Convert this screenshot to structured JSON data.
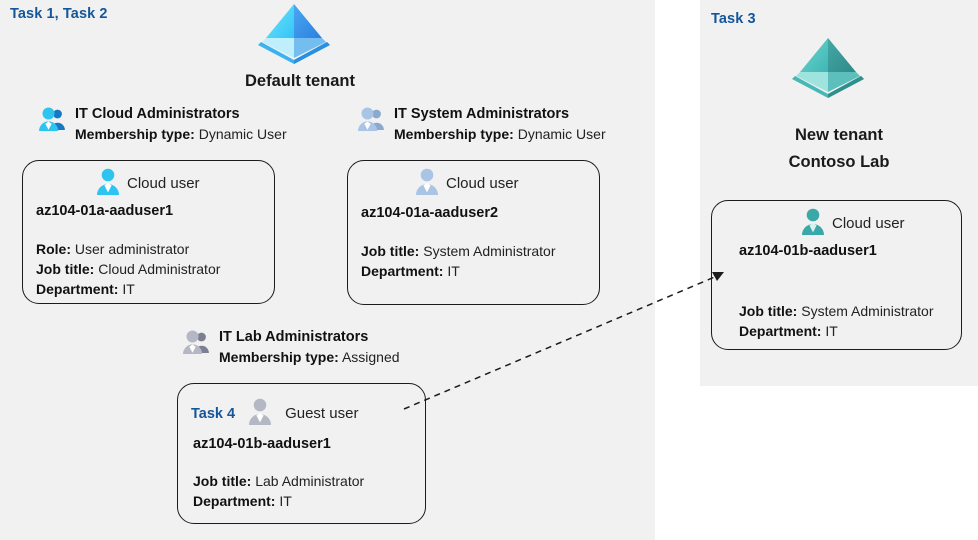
{
  "panels": {
    "left": {
      "task_label": "Task 1, Task 2"
    },
    "right": {
      "task_label": "Task 3"
    }
  },
  "tenants": [
    {
      "icon": "azure-tenant-pyramid-icon",
      "caption_line1": "Default tenant",
      "caption_line2": "",
      "color": "#3bb2f0"
    },
    {
      "icon": "azure-tenant-pyramid-icon",
      "caption_line1": "New  tenant",
      "caption_line2": "Contoso Lab",
      "color": "#3aa8a8"
    }
  ],
  "groups": [
    {
      "icon": "group-users-icon",
      "name": "IT Cloud Administrators",
      "membership_key": "Membership type:",
      "membership_value": "Dynamic User"
    },
    {
      "icon": "group-users-icon",
      "name": "IT System Administrators",
      "membership_key": "Membership type:",
      "membership_value": "Dynamic User"
    },
    {
      "icon": "group-users-icon",
      "name": "IT Lab Administrators",
      "membership_key": "Membership type:",
      "membership_value": "Assigned"
    }
  ],
  "cards": [
    {
      "id": "aaduser1",
      "task_inline": "",
      "icon": "cloud-user-icon",
      "user_type": "Cloud user",
      "username": "az104-01a-aaduser1",
      "attrs": [
        {
          "key": "Role:",
          "value": "User administrator"
        },
        {
          "key": "Job title:",
          "value": "Cloud Administrator"
        },
        {
          "key": "Department:",
          "value": "IT"
        }
      ]
    },
    {
      "id": "aaduser2",
      "task_inline": "",
      "icon": "cloud-user-icon",
      "user_type": "Cloud user",
      "username": "az104-01a-aaduser2",
      "attrs": [
        {
          "key": "Job title:",
          "value": "System Administrator"
        },
        {
          "key": "Department:",
          "value": "IT"
        }
      ]
    },
    {
      "id": "guest",
      "task_inline": "Task 4",
      "icon": "guest-user-icon",
      "user_type": "Guest user",
      "username": "az104-01b-aaduser1",
      "attrs": [
        {
          "key": "Job title:",
          "value": "Lab Administrator"
        },
        {
          "key": "Department:",
          "value": "IT"
        }
      ]
    },
    {
      "id": "newuser",
      "task_inline": "",
      "icon": "cloud-user-icon",
      "user_type": "Cloud user",
      "username": "az104-01b-aaduser1",
      "attrs": [
        {
          "key": "Job title:",
          "value": "System Administrator"
        },
        {
          "key": "Department:",
          "value": "IT"
        }
      ]
    }
  ],
  "connector": {
    "name": "guest-invite-arrow",
    "style": "dashed-arrow",
    "from": "guest-user-card",
    "to": "new-tenant-user-card"
  },
  "colors": {
    "panel_background": "#f1f1f1",
    "task_label": "#15569b",
    "card_border": "#1c1c1c",
    "text": "#222222",
    "tenant_blue": "#3bb2f0",
    "tenant_teal": "#3aa8a8"
  }
}
